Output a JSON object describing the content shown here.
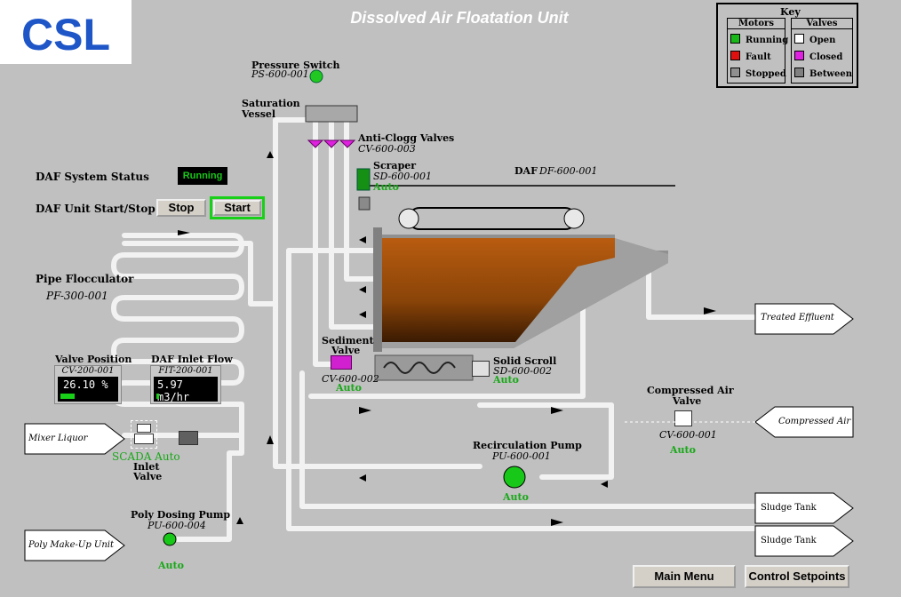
{
  "header": {
    "title": "Dissolved Air Floatation  Unit",
    "logo": "CSL"
  },
  "key": {
    "title": "Key",
    "motors_title": "Motors",
    "valves_title": "Valves",
    "motors": [
      {
        "label": "Running",
        "color": "#18b818"
      },
      {
        "label": "Fault",
        "color": "#e01010"
      },
      {
        "label": "Stopped",
        "color": "#909090"
      }
    ],
    "valves": [
      {
        "label": "Open",
        "color": "#ffffff"
      },
      {
        "label": "Closed",
        "color": "#e020e0"
      },
      {
        "label": "Between",
        "color": "#808080"
      }
    ]
  },
  "system": {
    "status_label": "DAF System Status",
    "status_value": "Running",
    "startstop_label": "DAF Unit Start/Stop",
    "stop_button": "Stop",
    "start_button": "Start"
  },
  "pressure_switch": {
    "name": "Pressure Switch",
    "tag": "PS-600-001"
  },
  "saturation_vessel": {
    "name": "Saturation",
    "name2": "Vessel"
  },
  "anti_clog": {
    "name": "Anti-Clogg Valves",
    "tag": "CV-600-003"
  },
  "scraper": {
    "name": "Scraper",
    "tag": "SD-600-001",
    "mode": "Auto"
  },
  "daf": {
    "name": "DAF",
    "tag": "DF-600-001"
  },
  "flocculator": {
    "name": "Pipe Flocculator",
    "tag": "PF-300-001"
  },
  "valve_position": {
    "title": "Valve Position",
    "tag": "CV-200-001",
    "value": "26.10 %",
    "fill": 0.261
  },
  "inlet_flow": {
    "title": "DAF Inlet Flow",
    "tag": "FIT-200-001",
    "value": "5.97 m3/hr",
    "fill": 0.05
  },
  "inlet_valve": {
    "mode": "SCADA Auto",
    "name": "Inlet",
    "name2": "Valve"
  },
  "sediment_valve": {
    "name": "Sediment",
    "name2": "Valve",
    "tag": "CV-600-002",
    "mode": "Auto"
  },
  "solid_scroll": {
    "name": "Solid Scroll",
    "tag": "SD-600-002",
    "mode": "Auto"
  },
  "compressed_air_valve": {
    "name": "Compressed Air",
    "name2": "Valve",
    "tag": "CV-600-001",
    "mode": "Auto"
  },
  "recirc_pump": {
    "name": "Recirculation Pump",
    "tag": "PU-600-001",
    "mode": "Auto"
  },
  "poly_pump": {
    "name": "Poly Dosing Pump",
    "tag": "PU-600-004",
    "mode": "Auto"
  },
  "streams": {
    "mixer_liquor": "Mixer Liquor",
    "poly_makeup": "Poly Make-Up Unit",
    "treated_effluent": "Treated Effluent",
    "compressed_air": "Compressed Air",
    "sludge_tank_1": "Sludge Tank",
    "sludge_tank_2": "Sludge Tank"
  },
  "nav": {
    "main_menu": "Main Menu",
    "control_setpoints": "Control Setpoints"
  }
}
